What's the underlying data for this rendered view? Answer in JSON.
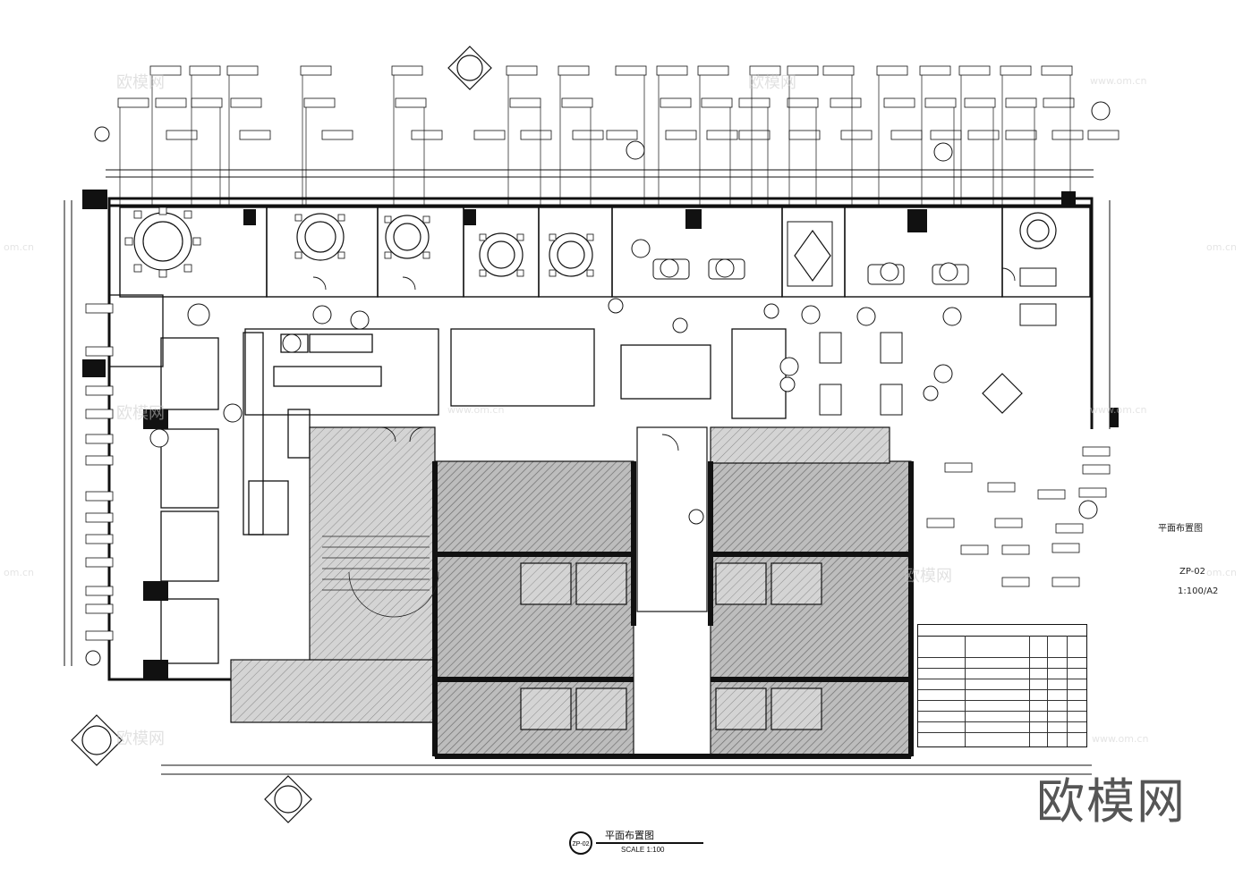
{
  "drawing": {
    "title": "平面布置图",
    "scale": "SCALE 1:100",
    "symbol": "ZP-02"
  },
  "side_block": {
    "title": "平面布置图",
    "code": "ZP-02",
    "scale": "1:100/A2"
  },
  "watermarks": {
    "cn": "欧模网",
    "url": "www.om.cn",
    "url_short": "om.cn",
    "brand": "欧模网"
  },
  "colors": {
    "line": "#111111",
    "hatch": "#9a9a9a",
    "watermark": "#c9c9c9"
  }
}
